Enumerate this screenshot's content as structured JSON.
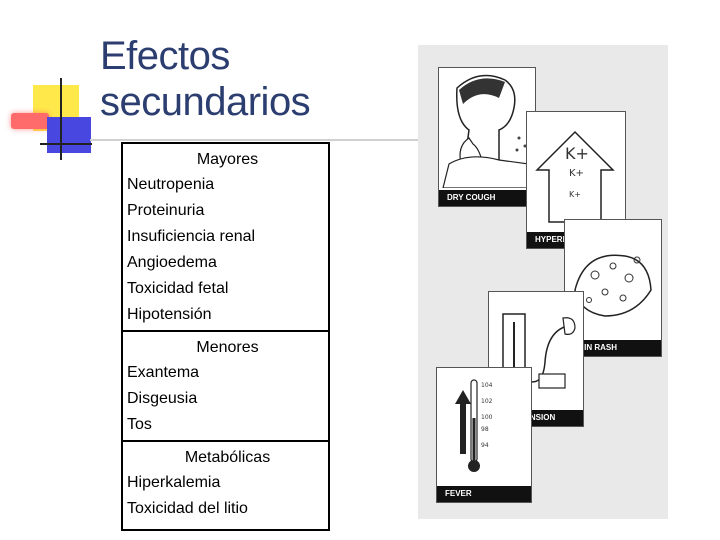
{
  "slide": {
    "title_line1": "Efectos",
    "title_line2": "secundarios"
  },
  "table": {
    "sections": [
      {
        "heading": "Mayores",
        "items": [
          "Neutropenia",
          "Proteinuria",
          "Insuficiencia renal",
          "Angioedema",
          "Toxicidad fetal",
          "Hipotensión"
        ]
      },
      {
        "heading": "Menores",
        "items": [
          "Exantema",
          "Disgeusia",
          "Tos"
        ]
      },
      {
        "heading": "Metabólicas",
        "items": [
          "Hiperkalemia",
          "Toxicidad del litio"
        ]
      }
    ]
  },
  "illustration": {
    "panels": {
      "cough": "DRY COUGH",
      "hyperkalemia": "HYPERKALEMIA",
      "rash": "SKIN RASH",
      "hypotension": "HYPOTENSION",
      "fever": "FEVER"
    },
    "k_big": "K+",
    "k_small": "K+",
    "scale_marks": [
      "104",
      "102",
      "100",
      "98",
      "94"
    ]
  },
  "colors": {
    "title": "#2c3e70",
    "accent_yellow": "#ffe94a",
    "accent_red": "#ff6b6b",
    "accent_blue": "#4848e0"
  }
}
